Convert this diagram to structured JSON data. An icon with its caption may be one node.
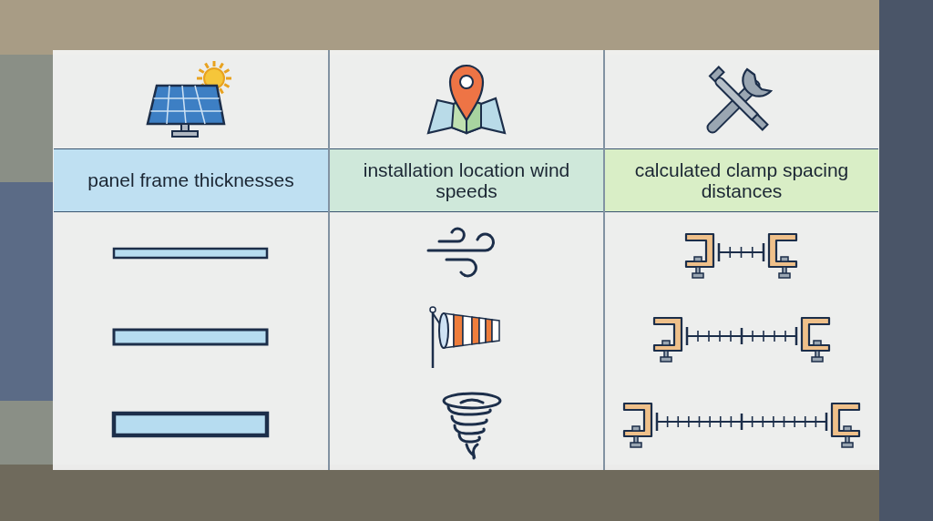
{
  "diagram": {
    "nodes": [
      {
        "text": [
          "panel frame thicknesses"
        ]
      },
      {
        "text": [
          "installation location wind speeds"
        ]
      },
      {
        "text": [
          "calculated clamp spacing distances"
        ]
      }
    ]
  }
}
